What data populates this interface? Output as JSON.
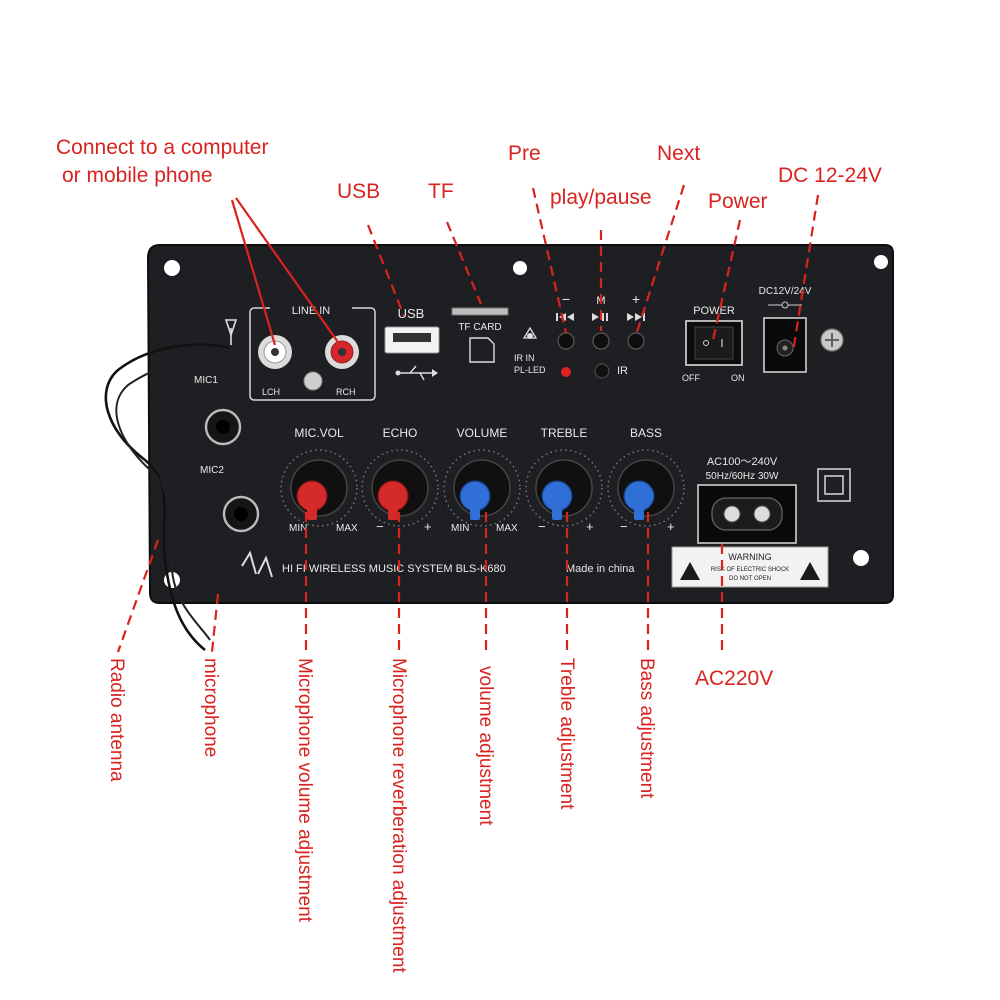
{
  "callouts": {
    "connect": "Connect to a computer",
    "connect2": "or mobile phone",
    "usb": "USB",
    "tf": "TF",
    "pre": "Pre",
    "next": "Next",
    "playpause": "play/pause",
    "power": "Power",
    "dc": "DC 12-24V",
    "ac": "AC220V",
    "radio_antenna": "Radio antenna",
    "microphone": "microphone",
    "mic_volume": "Microphone volume adjustment",
    "mic_reverb": "Microphone reverberation adjustment",
    "volume_adj": "volume adjustment",
    "treble_adj": "Treble adjustment",
    "bass_adj": "Bass adjustment"
  },
  "panel": {
    "line_in": "LINE IN",
    "lch": "LCH",
    "rch": "RCH",
    "usb": "USB",
    "tf_card": "TF CARD",
    "ir_in": "IR IN",
    "pl_led": "PL-LED",
    "ir": "IR",
    "btn_minus": "−",
    "btn_m": "M",
    "btn_plus": "+",
    "power": "POWER",
    "off": "OFF",
    "on": "ON",
    "dc_spec": "DC12V/24V",
    "mic1": "MIC1",
    "mic2": "MIC2",
    "knob_labels": [
      "MIC.VOL",
      "ECHO",
      "VOLUME",
      "TREBLE",
      "BASS"
    ],
    "knob_min": [
      "MIN",
      "−",
      "MIN",
      "−",
      "−"
    ],
    "knob_max": [
      "MAX",
      "+",
      "MAX",
      "+",
      "+"
    ],
    "ac_spec1": "AC100～240V",
    "ac_spec2": "50Hz/60Hz 30W",
    "model": "HI FI WIRELESS MUSIC SYSTEM  BLS-K680",
    "made_in": "Made in china",
    "warning": "WARNING",
    "warning_sub1": "RISK OF ELECTRIC SHOCK",
    "warning_sub2": "DO NOT OPEN"
  },
  "colors": {
    "label_red": "#d8231f",
    "panel": "#1e1f22",
    "knob_red": "#d42a2a",
    "knob_blue": "#2f6fd6"
  }
}
